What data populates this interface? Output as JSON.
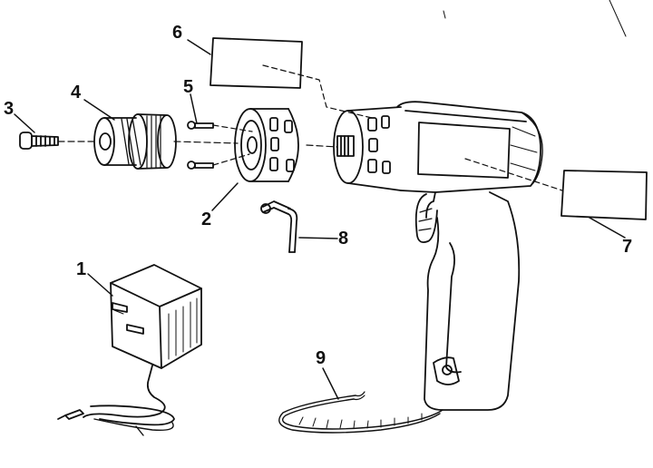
{
  "diagram": {
    "callouts": [
      {
        "id": "1",
        "label": "1"
      },
      {
        "id": "2",
        "label": "2"
      },
      {
        "id": "3",
        "label": "3"
      },
      {
        "id": "4",
        "label": "4"
      },
      {
        "id": "5",
        "label": "5"
      },
      {
        "id": "6",
        "label": "6"
      },
      {
        "id": "7",
        "label": "7"
      },
      {
        "id": "8",
        "label": "8"
      },
      {
        "id": "9",
        "label": "9"
      }
    ]
  },
  "colors": {
    "ink": "#111111",
    "paper": "#ffffff",
    "shade": "#cfcfcf"
  }
}
